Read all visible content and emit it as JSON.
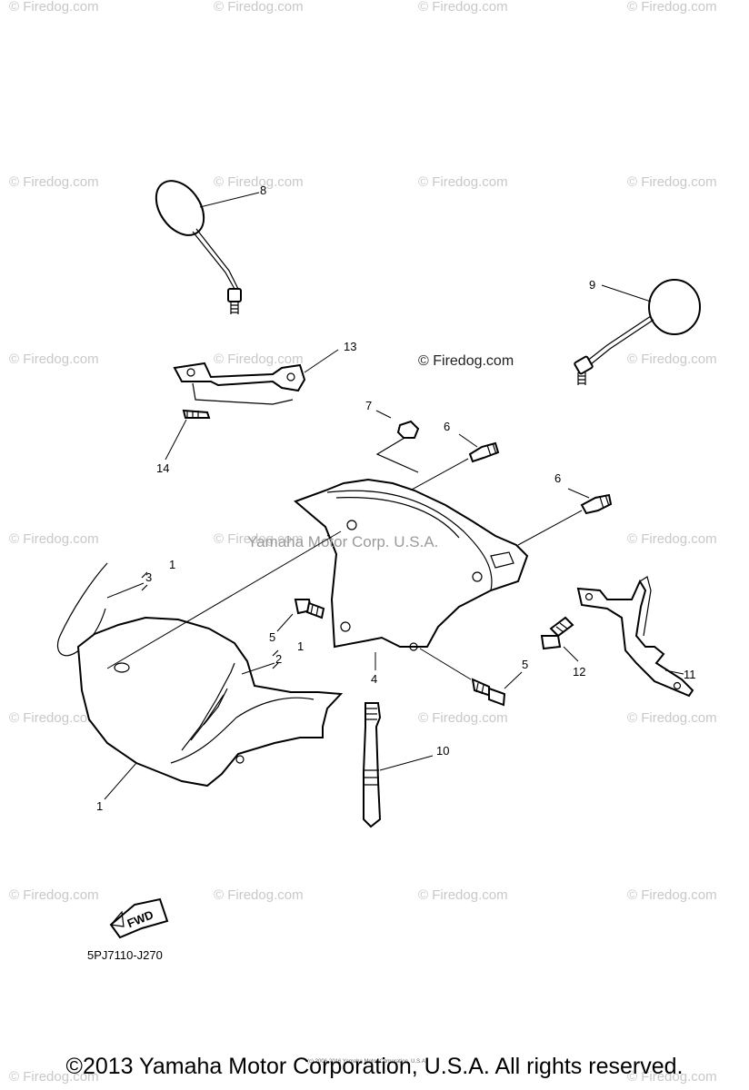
{
  "watermark": {
    "brand": "© Firedog.com",
    "center_mark": "© Firedog.com",
    "overlay_text": "Yamaha Motor Corp. U.S.A."
  },
  "callouts": [
    "1",
    "1",
    "1",
    "2",
    "3",
    "4",
    "5",
    "5",
    "6",
    "6",
    "7",
    "8",
    "9",
    "10",
    "11",
    "12",
    "13",
    "14"
  ],
  "fwd_label": "FWD",
  "part_code": "5PJ7110-J270",
  "tiny_notice": "(c) 2006-2016 Yamaha Motor Corporation, U.S.A.",
  "copyright": "©2013 Yamaha Motor Corporation, U.S.A. All rights reserved."
}
